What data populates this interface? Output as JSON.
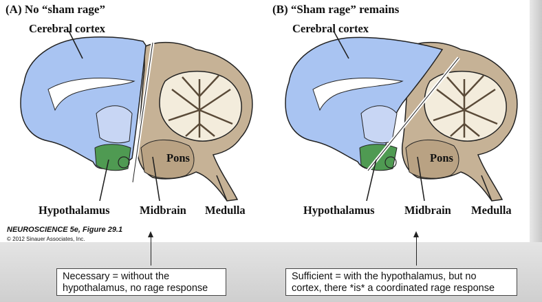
{
  "panels": [
    {
      "title": "(A)  No “sham rage”",
      "labels": {
        "cortex": "Cerebral cortex",
        "pons": "Pons",
        "hypothalamus": "Hypothalamus",
        "midbrain": "Midbrain",
        "medulla": "Medulla"
      }
    },
    {
      "title": "(B)  “Sham rage” remains",
      "labels": {
        "cortex": "Cerebral cortex",
        "pons": "Pons",
        "hypothalamus": "Hypothalamus",
        "midbrain": "Midbrain",
        "medulla": "Medulla"
      }
    }
  ],
  "credit": {
    "figure": "NEUROSCIENCE 5e, Figure 29.1",
    "copyright": "© 2012 Sinauer Associates, Inc."
  },
  "notes": [
    {
      "line1": "Necessary = without the",
      "line2": "hypothalamus, no rage response"
    },
    {
      "line1": "Sufficient = with the hypothalamus, but no",
      "line2": "cortex, there *is* a coordinated rage response"
    }
  ],
  "colors": {
    "cortex": "#a9c4f2",
    "brainstem": "#c6b296",
    "cerebellum": "#f3ecdc",
    "hypothalamus": "#4f9a52",
    "outline": "#222222"
  }
}
